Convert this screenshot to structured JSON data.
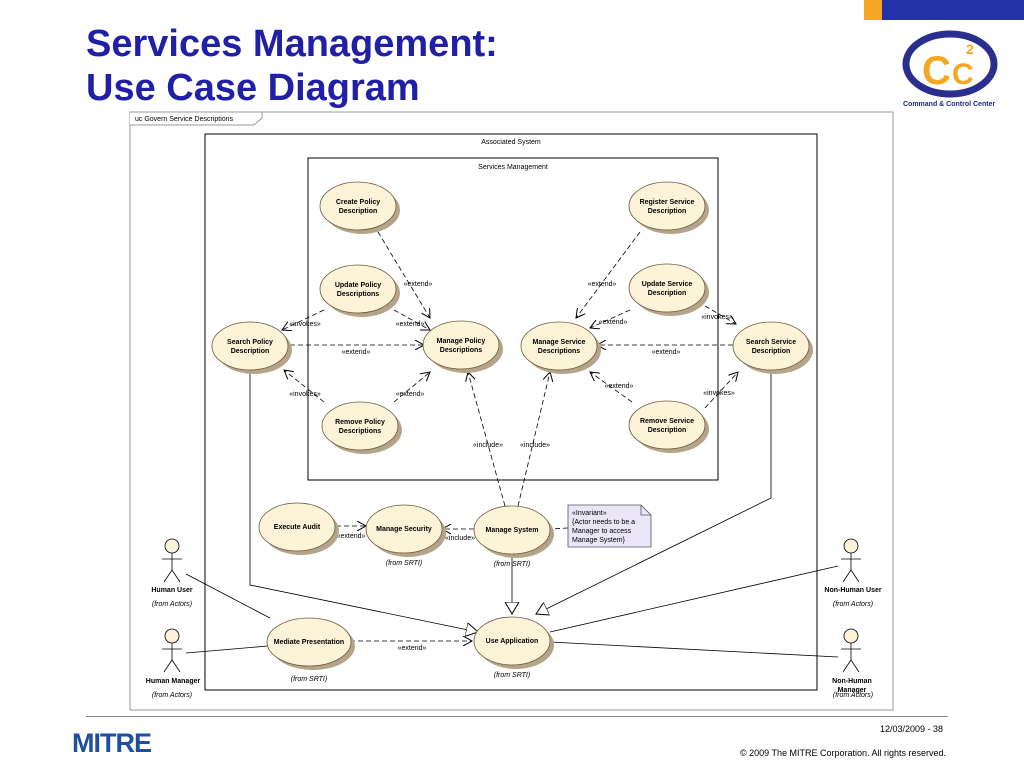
{
  "slide": {
    "title_line1": "Services Management:",
    "title_line2": "Use Case Diagram",
    "logo_caption": "Command & Control Center",
    "brand": "MITRE",
    "date_page": "12/03/2009 - 38",
    "copyright": "© 2009 The MITRE Corporation. All rights reserved."
  },
  "diagram": {
    "frame_label": "uc Govern Service Descriptions",
    "outer_system": "Associated System",
    "inner_system": "Services Management",
    "use_cases": {
      "create_policy": [
        "Create Policy",
        "Description"
      ],
      "update_policy": [
        "Update Policy",
        "Descriptions"
      ],
      "search_policy": [
        "Search Policy",
        "Description"
      ],
      "manage_policy": [
        "Manage Policy",
        "Descriptions"
      ],
      "remove_policy": [
        "Remove Policy",
        "Descriptions"
      ],
      "register_service": [
        "Register Service",
        "Description"
      ],
      "update_service": [
        "Update Service",
        "Description"
      ],
      "manage_service": [
        "Manage Service",
        "Descriptions"
      ],
      "search_service": [
        "Search Service",
        "Description"
      ],
      "remove_service": [
        "Remove Service",
        "Description"
      ],
      "execute_audit": [
        "Execute Audit"
      ],
      "manage_security": [
        "Manage Security"
      ],
      "manage_system": [
        "Manage System"
      ],
      "mediate_presentation": [
        "Mediate Presentation"
      ],
      "use_application": [
        "Use Application"
      ]
    },
    "from_srti": "(from SRTI)",
    "from_actors": "(from Actors)",
    "actors": {
      "human_user": "Human User",
      "human_manager": "Human Manager",
      "non_human_user": "Non-Human User",
      "non_human_manager_1": "Non-Human",
      "non_human_manager_2": "Manager"
    },
    "note_lines": [
      "«Invariant»",
      "{Actor needs to be a",
      "Manager to access",
      "Manage System}"
    ],
    "stereotypes": {
      "extend": "«extend»",
      "invokes": "«invokes»",
      "include": "«include»"
    }
  }
}
